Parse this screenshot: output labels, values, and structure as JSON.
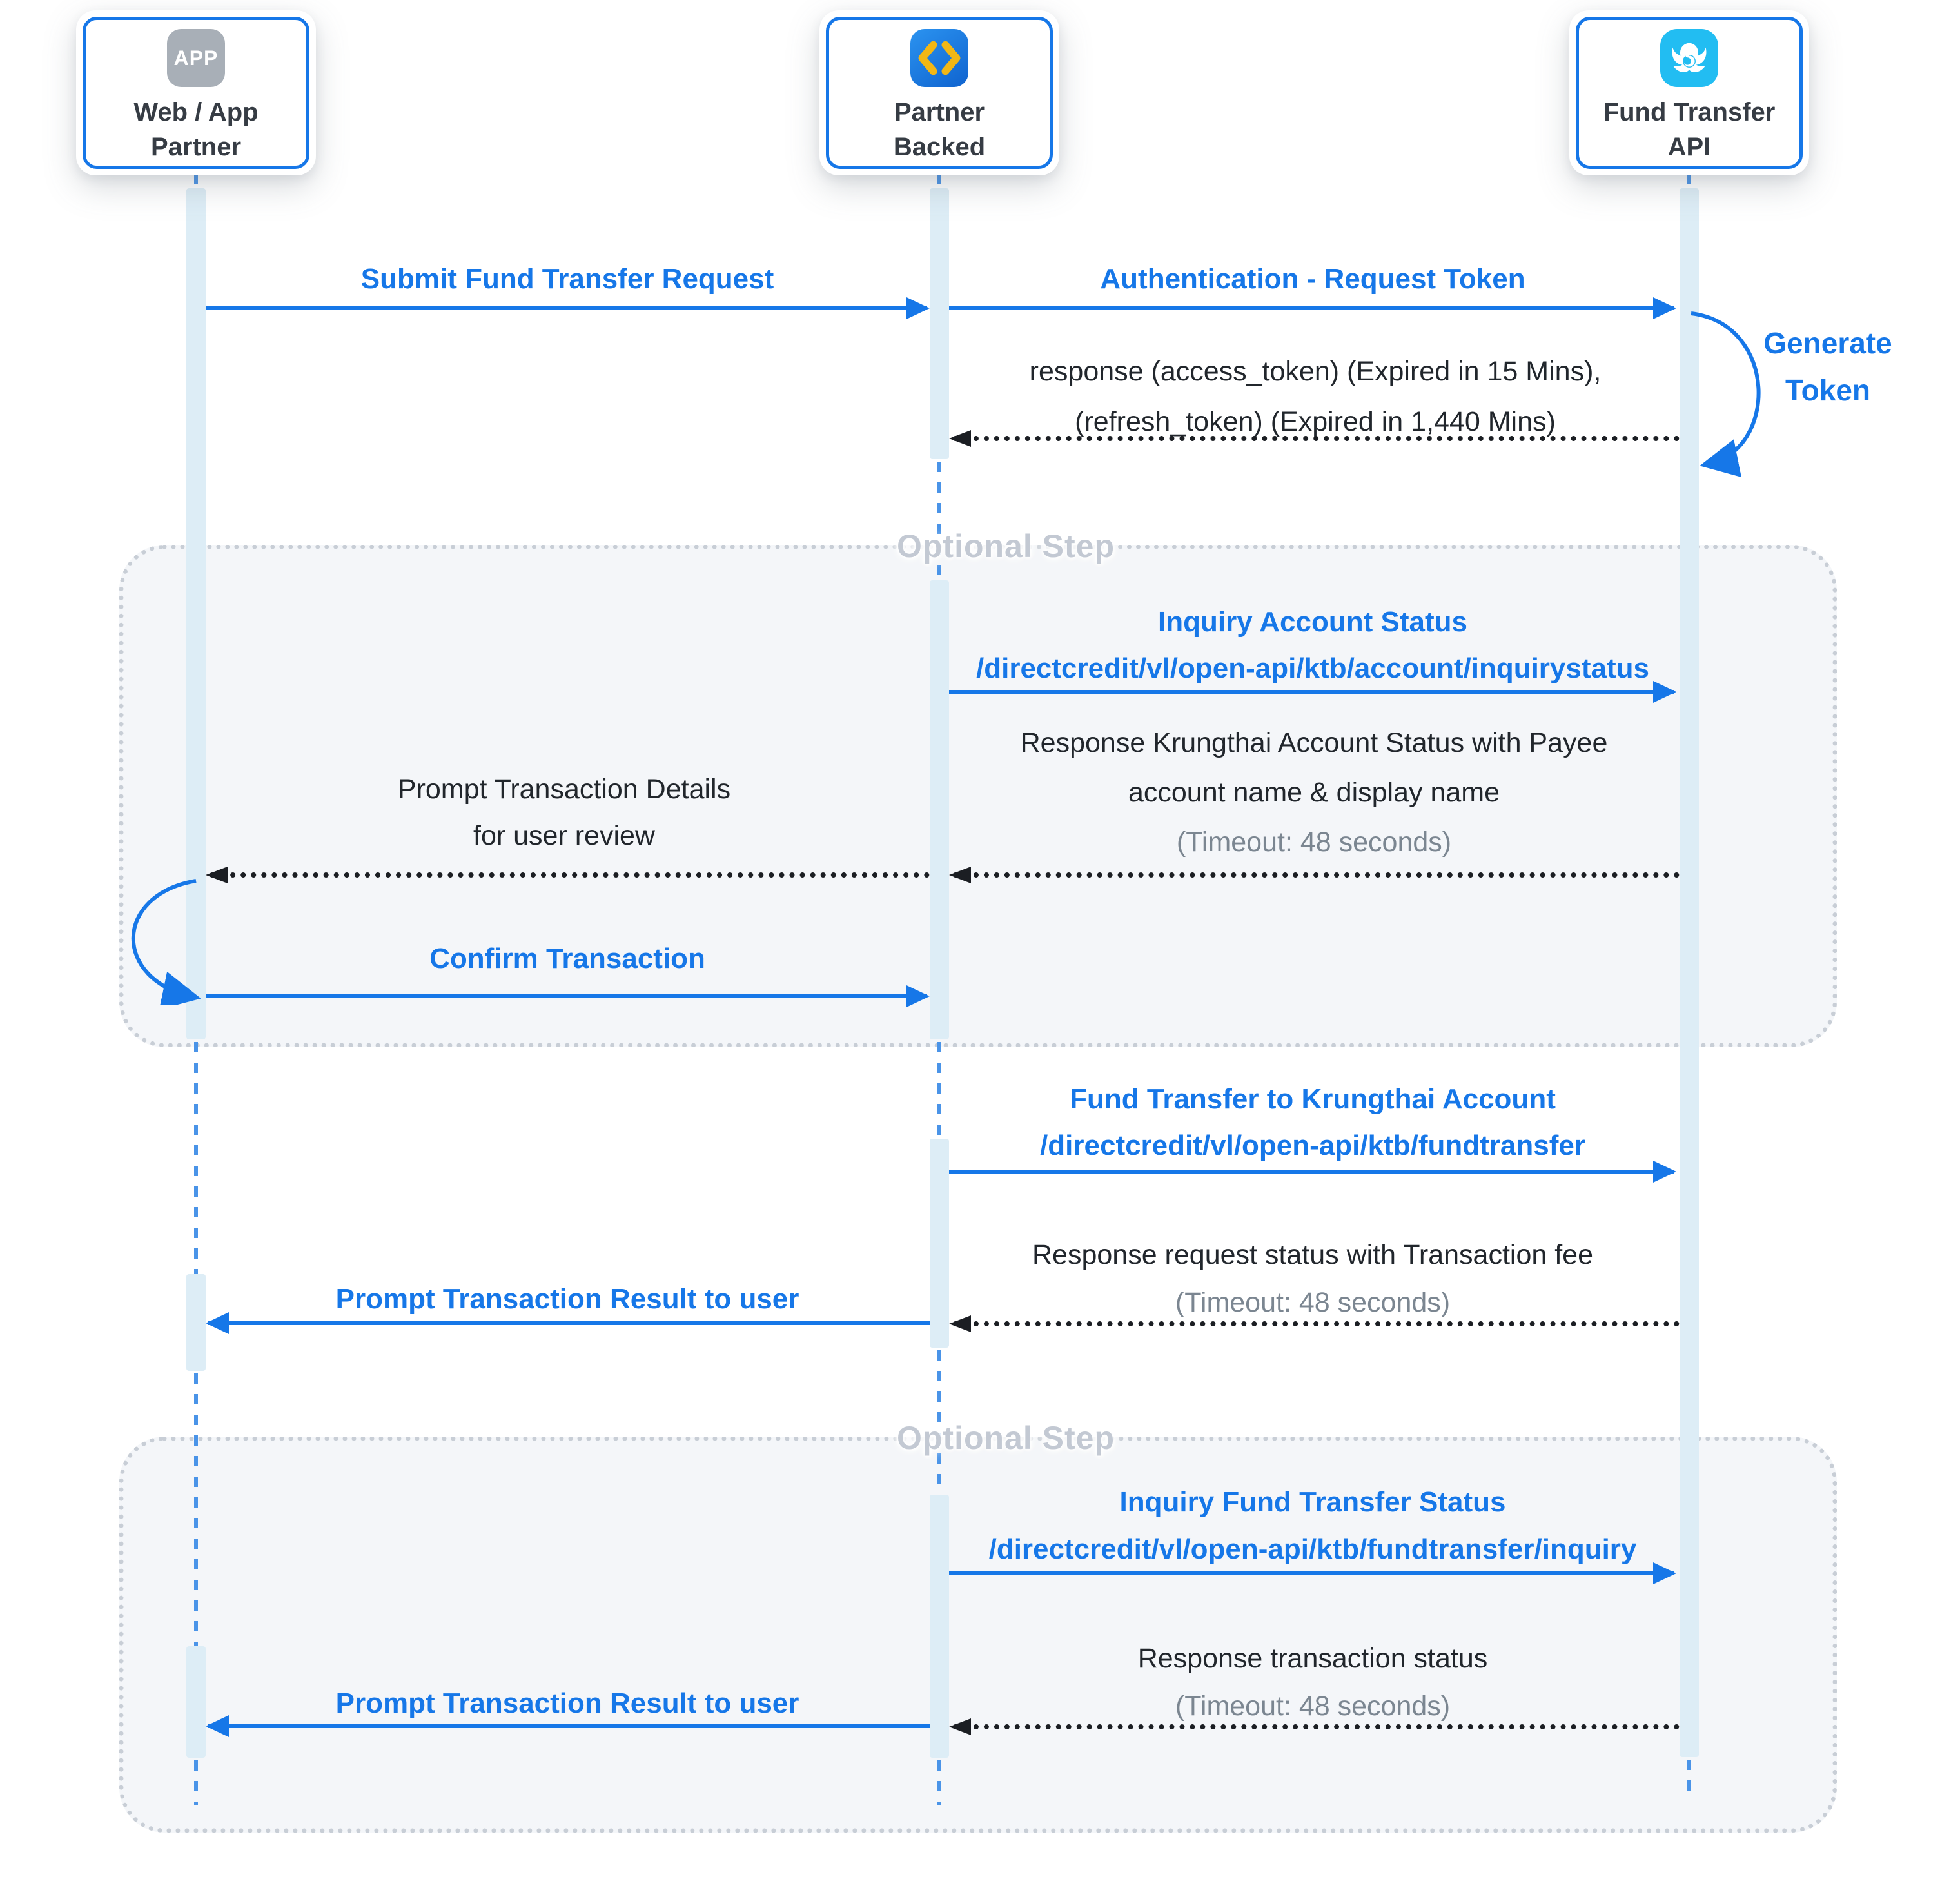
{
  "actors": {
    "web_app_partner": {
      "badge": "APP",
      "label_line1": "Web / App",
      "label_line2": "Partner"
    },
    "partner_backed": {
      "label_line1": "Partner",
      "label_line2": "Backed"
    },
    "fund_transfer_api": {
      "label_line1": "Fund Transfer",
      "label_line2": "API"
    }
  },
  "auth": {
    "submit_request_label": "Submit Fund Transfer Request",
    "request_token_label": "Authentication - Request Token",
    "generate_token_line1": "Generate",
    "generate_token_line2": "Token",
    "response_line1": "response (access_token) (Expired in 15 Mins),",
    "response_line2": "(refresh_token) (Expired in 1,440 Mins)"
  },
  "optional_inquiry_account": {
    "box_label": "Optional Step",
    "request_title": "Inquiry Account Status",
    "request_path": "/directcredit/vl/open-api/ktb/account/inquirystatus",
    "response_line1": "Response Krungthai Account Status with Payee",
    "response_line2": "account name & display name",
    "response_timeout": "(Timeout: 48 seconds)",
    "prompt_line1": "Prompt Transaction Details",
    "prompt_line2": "for user review",
    "confirm_label": "Confirm Transaction"
  },
  "fund_transfer": {
    "request_title": "Fund Transfer to Krungthai Account",
    "request_path": "/directcredit/vl/open-api/ktb/fundtransfer",
    "response_line1": "Response request status with Transaction fee",
    "response_timeout": "(Timeout: 48 seconds)",
    "prompt_result_label": "Prompt Transaction Result to user"
  },
  "optional_inquiry_transfer": {
    "box_label": "Optional Step",
    "request_title": "Inquiry Fund Transfer Status",
    "request_path": "/directcredit/vl/open-api/ktb/fundtransfer/inquiry",
    "response_line1": "Response transaction status",
    "response_timeout": "(Timeout: 48 seconds)",
    "prompt_result_label": "Prompt Transaction Result to user"
  },
  "colors": {
    "accent_blue": "#1677e8",
    "dark_text": "#21262c",
    "muted_gray": "#7b8691",
    "optional_label_gray": "#c3c9d3",
    "activation_fill": "#ddedf6",
    "lifeline_blue": "#4a94e8",
    "dotted_arrow_black": "#1b1e23",
    "app_icon_gray": "#a8afb7",
    "code_icon_blue": "#1d7ce5",
    "chevron_yellow": "#f2b715",
    "ktb_cyan": "#22bdf2"
  }
}
